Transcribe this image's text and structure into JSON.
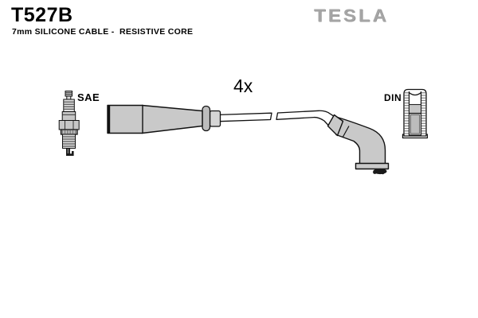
{
  "header": {
    "part_number": "T527B",
    "subtitle": "7mm SILICONE CABLE -  RESISTIVE CORE",
    "brand": "TESLA"
  },
  "diagram": {
    "connector_left_label": "SAE",
    "quantity_label": "4x",
    "connector_right_label": "DIN"
  },
  "colors": {
    "background": "#ffffff",
    "outline": "#111111",
    "boot_fill": "#c9c9c9",
    "boot_fill_light": "#d6d6d6",
    "brand_gray": "#a5a5a5",
    "text_black": "#000000"
  }
}
